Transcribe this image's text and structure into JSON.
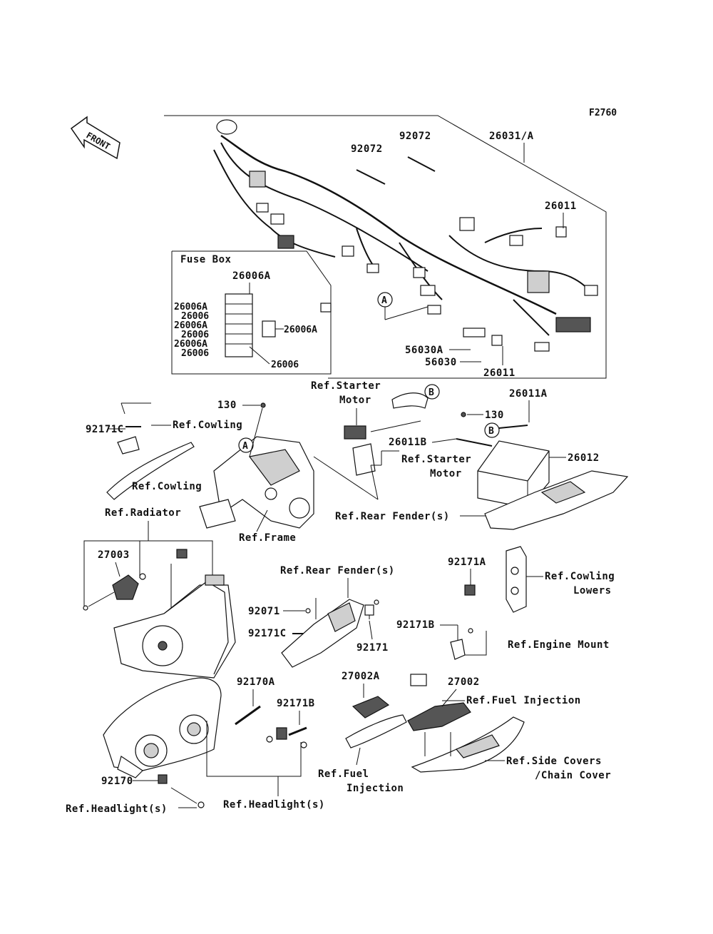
{
  "figure_code": "F2760",
  "front_label": "FRONT",
  "callouts": {
    "A": "A",
    "B": "B"
  },
  "fuse_box": {
    "title": "Fuse Box",
    "top_label": "26006A",
    "right_label": "26006A",
    "bottom_label": "26006",
    "list": [
      "26006A",
      "26006",
      "26006A",
      "26006",
      "26006A",
      "26006"
    ]
  },
  "parts": {
    "p26031A": "26031/A",
    "p92072a": "92072",
    "p92072b": "92072",
    "p26011a": "26011",
    "p26011b": "26011",
    "p56030A": "56030A",
    "p56030": "56030",
    "p130a": "130",
    "p130b": "130",
    "p92171C_a": "92171C",
    "p26011A": "26011A",
    "p26011B": "26011B",
    "p26012": "26012",
    "p27003": "27003",
    "p92171A": "92171A",
    "p92071": "92071",
    "p92171C_b": "92171C",
    "p92171": "92171",
    "p92171B_a": "92171B",
    "p27002A": "27002A",
    "p27002": "27002",
    "p92170A": "92170A",
    "p92171B_b": "92171B",
    "p92170": "92170"
  },
  "refs": {
    "starter_motor_1": "Ref.Starter",
    "starter_motor_2": "Motor",
    "cowling_a": "Ref.Cowling",
    "cowling_b": "Ref.Cowling",
    "starter_motor_b1": "Ref.Starter",
    "starter_motor_b2": "Motor",
    "radiator": "Ref.Radiator",
    "frame": "Ref.Frame",
    "rear_fender_a": "Ref.Rear Fender(s)",
    "rear_fender_b": "Ref.Rear Fender(s)",
    "cowling_lowers_1": "Ref.Cowling",
    "cowling_lowers_2": "Lowers",
    "engine_mount": "Ref.Engine Mount",
    "fuel_injection_a": "Ref.Fuel Injection",
    "fuel_injection_b1": "Ref.Fuel",
    "fuel_injection_b2": "Injection",
    "side_covers_1": "Ref.Side Covers",
    "side_covers_2": "/Chain Cover",
    "headlight_a": "Ref.Headlight(s)",
    "headlight_b": "Ref.Headlight(s)"
  }
}
